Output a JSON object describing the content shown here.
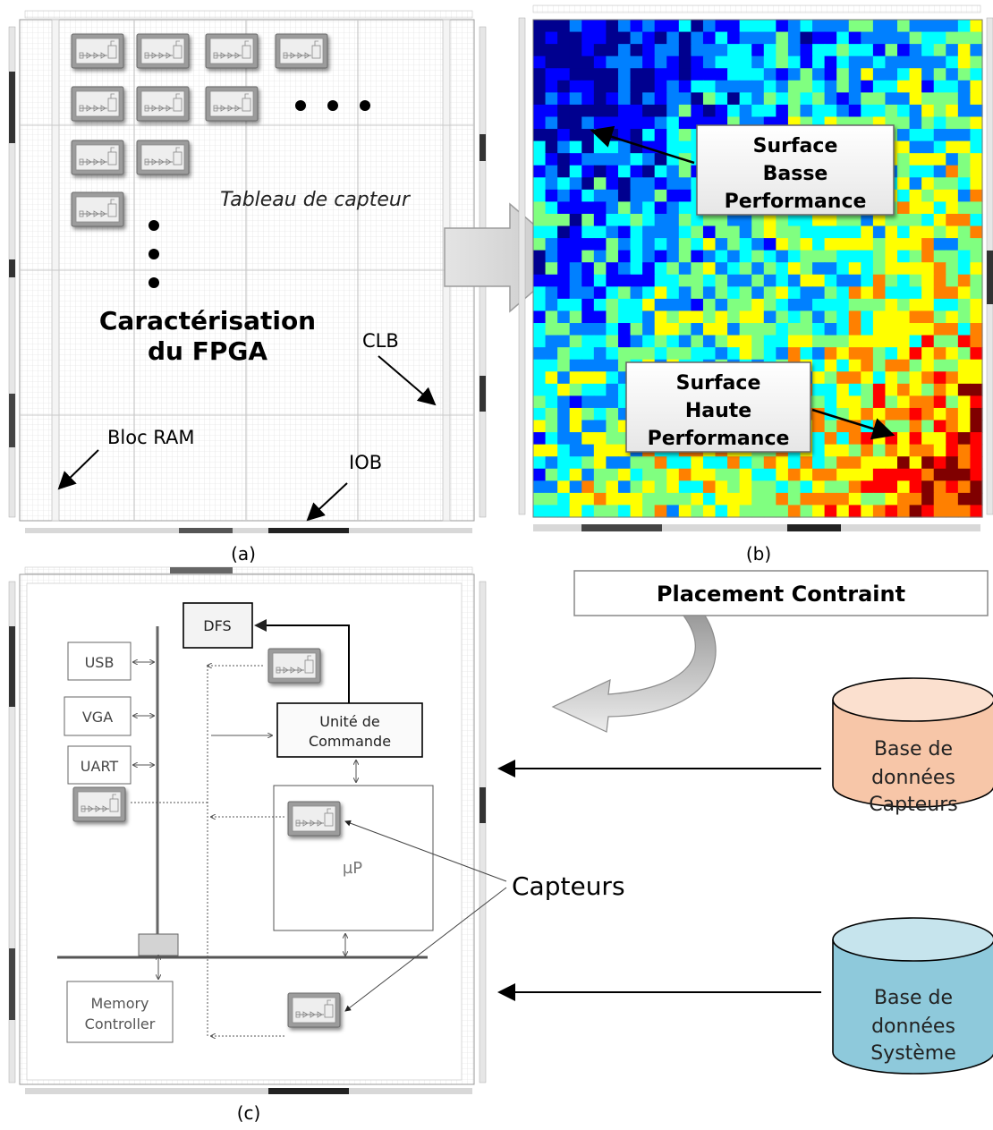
{
  "panel_a": {
    "sensor_array_label": "Tableau de capteur",
    "title_line1": "Caractérisation",
    "title_line2": "du FPGA",
    "clb_label": "CLB",
    "bram_label": "Bloc RAM",
    "iob_label": "IOB",
    "caption": "(a)"
  },
  "panel_b": {
    "low_label_line1": "Surface",
    "low_label_line2": "Basse",
    "low_label_line3": "Performance",
    "high_label_line1": "Surface",
    "high_label_line2": "Haute",
    "high_label_line3": "Performance",
    "caption": "(b)",
    "heatmap_colors": [
      "#00008f",
      "#0000ff",
      "#0080ff",
      "#00ffff",
      "#80ff80",
      "#ffff00",
      "#ff8000",
      "#ff0000",
      "#800000"
    ]
  },
  "panel_c": {
    "dfs_label": "DFS",
    "usb_label": "USB",
    "vga_label": "VGA",
    "uart_label": "UART",
    "control_unit_line1": "Unité de",
    "control_unit_line2": "Commande",
    "processor_label": "µP",
    "memory_line1": "Memory",
    "memory_line2": "Controller",
    "caption": "(c)"
  },
  "right_side": {
    "placement_label": "Placement Contraint",
    "sensors_callout": "Capteurs",
    "db_sensors_line1": "Base de",
    "db_sensors_line2": "données",
    "db_sensors_line3": "Capteurs",
    "db_sensors_color": "#f7c6a8",
    "db_system_line1": "Base de",
    "db_system_line2": "données",
    "db_system_line3": "Système",
    "db_system_color": "#8ec9db"
  }
}
